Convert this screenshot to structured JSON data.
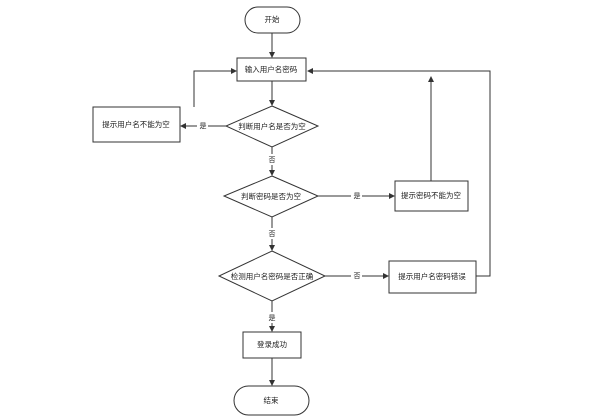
{
  "nodes": {
    "start": "开始",
    "input": "输入用户名密码",
    "check_user_empty": "判断用户名是否为空",
    "hint_user_empty": "提示用户名不能为空",
    "check_pwd_empty": "判断密码是否为空",
    "hint_pwd_empty": "提示密码不能为空",
    "check_correct": "检测用户名密码是否正确",
    "hint_wrong": "提示用户名密码错误",
    "login_success": "登录成功",
    "end": "结束"
  },
  "edges": {
    "user_empty_yes": "是",
    "user_empty_no": "否",
    "pwd_empty_yes": "是",
    "pwd_empty_no": "否",
    "correct_no": "否",
    "correct_yes": "是"
  }
}
